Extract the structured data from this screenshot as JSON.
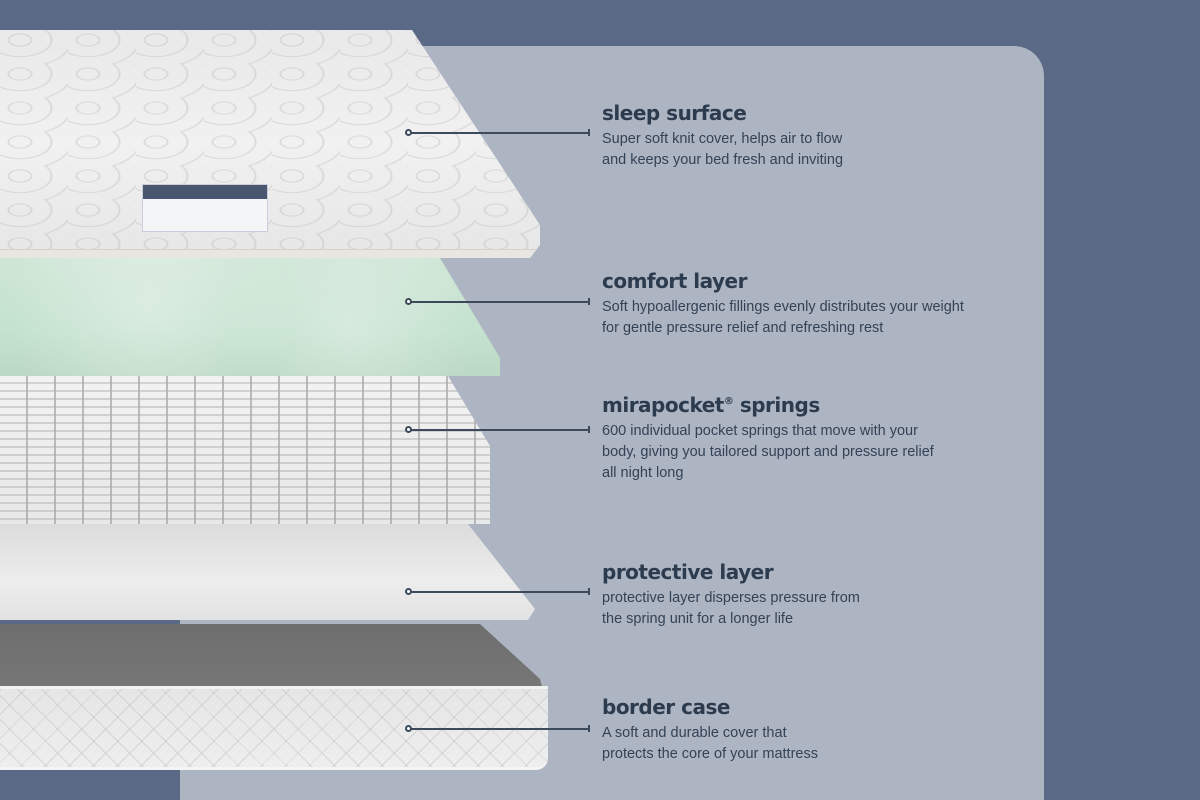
{
  "colors": {
    "background": "#5a6985",
    "panel": "#adb5c3",
    "heading_text": "#2c3b4d",
    "body_text": "#334255",
    "callout_line": "#3c4a5c",
    "comfort_layer_green": "#c4e2cf"
  },
  "layers": [
    {
      "id": "sleep-surface",
      "title": "sleep surface",
      "description_lines": [
        "Super soft knit cover, helps air to flow",
        "and keeps your bed fresh and inviting"
      ]
    },
    {
      "id": "comfort-layer",
      "title": "comfort layer",
      "description_lines": [
        "Soft hypoallergenic fillings evenly distributes your weight",
        "for gentle pressure relief and refreshing rest"
      ]
    },
    {
      "id": "mirapocket-springs",
      "title": "mirapocket",
      "title_mark": "®",
      "title_suffix": " springs",
      "description_lines": [
        "600 individual pocket springs that move with your",
        "body, giving you tailored support and pressure relief",
        "all night long"
      ]
    },
    {
      "id": "protective-layer",
      "title": "protective layer",
      "description_lines": [
        "protective layer disperses pressure from",
        "the spring unit for a longer life"
      ]
    },
    {
      "id": "border-case",
      "title": "border case",
      "description_lines": [
        "A soft and durable cover that",
        "protects the core of your mattress"
      ]
    }
  ]
}
